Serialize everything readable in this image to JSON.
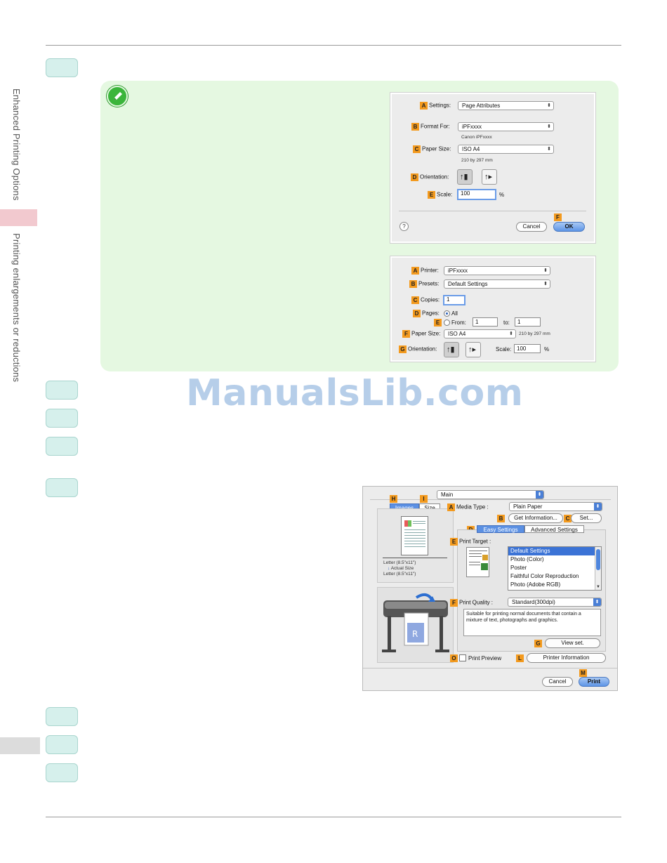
{
  "sidebar": {
    "section": "Enhanced Printing Options",
    "subsection": "Printing enlargements or reductions"
  },
  "watermark": "ManualsLib.com",
  "page_attributes_dialog": {
    "settings_label": "Settings:",
    "settings_value": "Page Attributes",
    "format_for_label": "Format For:",
    "format_for_value": "iPFxxxx",
    "format_for_sub": "Canon iPFxxxx",
    "paper_size_label": "Paper Size:",
    "paper_size_value": "ISO A4",
    "paper_size_sub": "210 by 297 mm",
    "orientation_label": "Orientation:",
    "scale_label": "Scale:",
    "scale_value": "100",
    "percent": "%",
    "help": "?",
    "cancel": "Cancel",
    "ok": "OK",
    "badges": {
      "a": "A",
      "b": "B",
      "c": "C",
      "d": "D",
      "e": "E",
      "f": "F"
    }
  },
  "print_dialog_small": {
    "printer_label": "Printer:",
    "printer_value": "iPFxxxx",
    "presets_label": "Presets:",
    "presets_value": "Default Settings",
    "copies_label": "Copies:",
    "copies_value": "1",
    "pages_label": "Pages:",
    "all": "All",
    "from": "From:",
    "from_value": "1",
    "to": "to:",
    "to_value": "1",
    "paper_size_label": "Paper Size:",
    "paper_size_value": "ISO A4",
    "paper_size_sub": "210 by 297 mm",
    "orientation_label": "Orientation:",
    "scale_label": "Scale:",
    "scale_value": "100",
    "percent": "%",
    "badges": {
      "a": "A",
      "b": "B",
      "c": "C",
      "d": "D",
      "e": "E",
      "f": "F",
      "g": "G"
    }
  },
  "main_dialog": {
    "panel": "Main",
    "tab_images": "Images",
    "tab_size": "Size",
    "media_type_label": "Media Type :",
    "media_type_value": "Plain Paper",
    "get_info": "Get Information...",
    "set": "Set...",
    "easy_settings": "Easy Settings",
    "advanced_settings": "Advanced Settings",
    "print_target_label": "Print Target :",
    "print_targets": [
      "Default Settings",
      "Photo (Color)",
      "Poster",
      "Faithful Color Reproduction",
      "Photo (Adobe RGB)"
    ],
    "print_quality_label": "Print Quality :",
    "print_quality_value": "Standard(300dpi)",
    "description": "Suitable for printing normal documents that contain a mixture of text, photographs and graphics.",
    "view_set": "View set.",
    "print_preview": "Print Preview",
    "printer_information": "Printer Information",
    "cancel": "Cancel",
    "print": "Print",
    "size_line1": "Letter (8.5\"x11\")",
    "size_line2": "Actual Size",
    "size_line3": "Letter (8.5\"x11\")",
    "badges": {
      "h": "H",
      "i": "I",
      "a": "A",
      "b": "B",
      "c": "C",
      "d": "D",
      "e": "E",
      "f": "F",
      "g": "G",
      "o": "O",
      "l": "L",
      "m": "M"
    }
  }
}
